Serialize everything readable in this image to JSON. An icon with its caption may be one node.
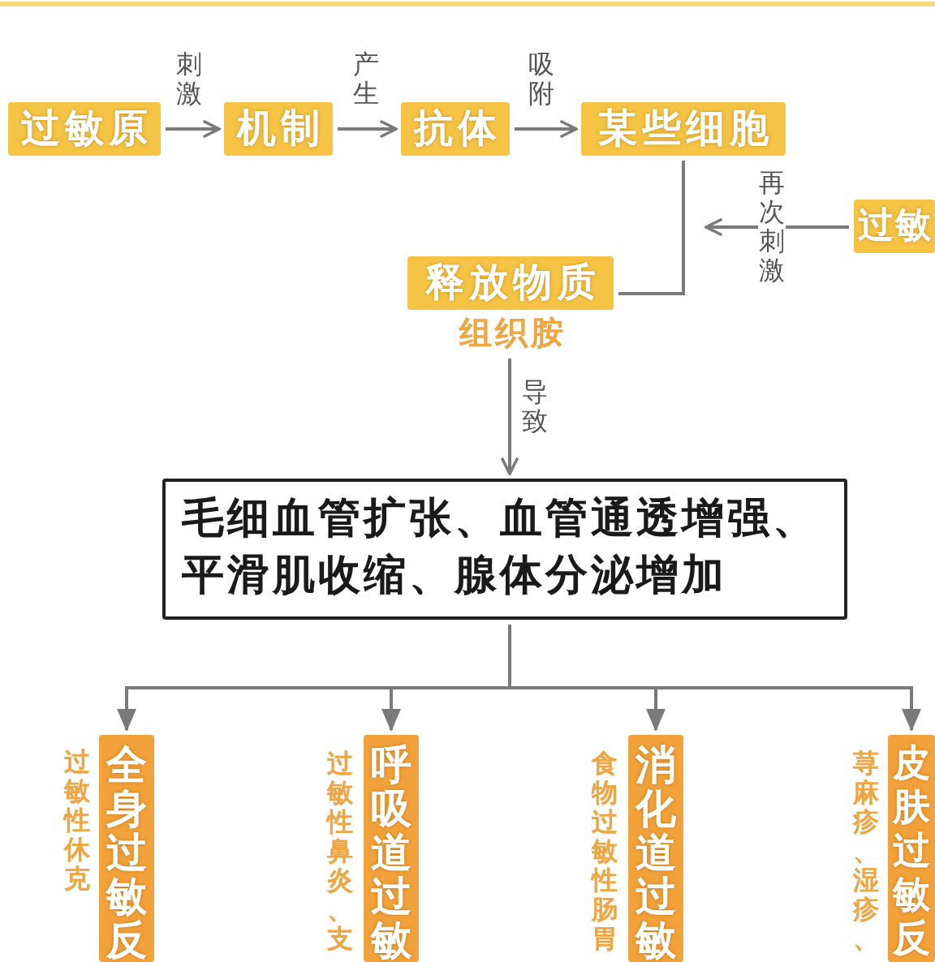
{
  "diagram": {
    "nodes": [
      {
        "text": [
          "过敏原"
        ]
      },
      {
        "text": [
          "机制"
        ]
      },
      {
        "text": [
          "抗体"
        ]
      },
      {
        "text": [
          "某些细胞"
        ]
      },
      {
        "text": [
          "过敏"
        ]
      },
      {
        "text": [
          "释放物质"
        ],
        "beside": [
          "组织胺"
        ]
      },
      {
        "text": [
          "毛细血管扩张、血管通透增强、平滑肌收缩、腺体分泌增加"
        ]
      },
      {
        "text": [
          "全身过敏反"
        ],
        "beside": [
          "过敏性休克"
        ]
      },
      {
        "text": [
          "呼吸道过敏"
        ],
        "beside": [
          "过敏性鼻炎、支"
        ]
      },
      {
        "text": [
          "消化道过敏"
        ],
        "beside": [
          "食物过敏性肠胃"
        ]
      },
      {
        "text": [
          "皮肤过敏反"
        ],
        "beside": [
          "荨麻疹、湿疹、"
        ]
      }
    ],
    "edges": [
      {
        "from": 0,
        "to": 1,
        "arrow": "to",
        "label": "刺激"
      },
      {
        "from": 1,
        "to": 2,
        "arrow": "to",
        "label": "产生"
      },
      {
        "from": 2,
        "to": 3,
        "arrow": "to",
        "label": "吸附"
      },
      {
        "from": 3,
        "to": 5,
        "arrow": "none"
      },
      {
        "from": 4,
        "to": null,
        "arrow": "to",
        "label": "再次刺激"
      },
      {
        "from": 5,
        "to": 6,
        "arrow": "to",
        "label": "导致"
      },
      {
        "from": 6,
        "to": 7,
        "arrow": "to"
      },
      {
        "from": 6,
        "to": 8,
        "arrow": "to"
      },
      {
        "from": 6,
        "to": 9,
        "arrow": "to"
      },
      {
        "from": 6,
        "to": 10,
        "arrow": "to"
      }
    ]
  }
}
